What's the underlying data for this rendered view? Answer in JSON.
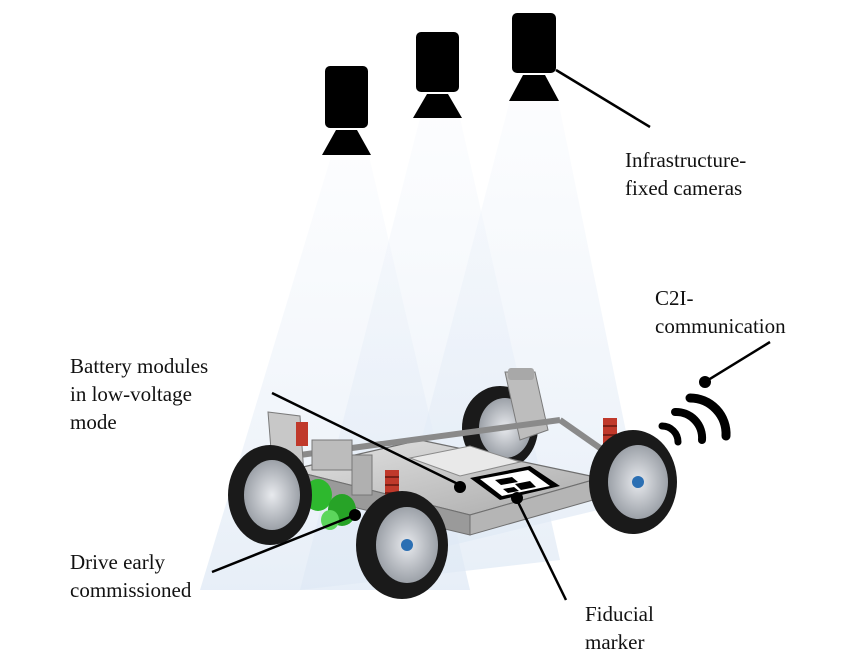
{
  "labels": {
    "cameras": [
      "Infrastructure-",
      "fixed cameras"
    ],
    "c2i": [
      "C2I-",
      "communication"
    ],
    "battery": [
      "Battery modules",
      "in low-voltage",
      "mode"
    ],
    "drive": [
      "Drive early",
      "commissioned"
    ],
    "fiducial": [
      "Fiducial",
      "marker"
    ]
  },
  "icons": {
    "camera": "camera-icon",
    "wireless": "wireless-signal-icon",
    "vehicle": "vehicle-chassis",
    "marker": "fiducial-marker-pattern"
  },
  "colors": {
    "camera": "#000000",
    "beam": "#dfe9f5",
    "chassis": "#c9c9c9",
    "tire": "#1a1a1a",
    "rim": "#b8bcc2",
    "spring": "#c0392b",
    "motor": "#2eb82e",
    "leader": "#000000"
  }
}
